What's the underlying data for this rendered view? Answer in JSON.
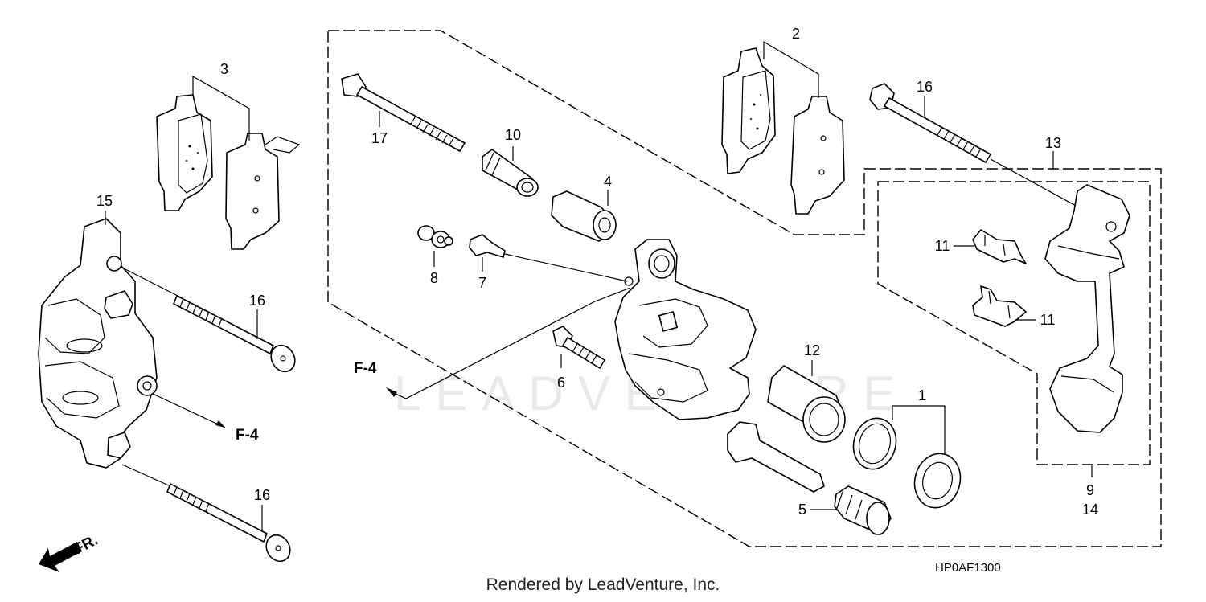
{
  "callouts": {
    "c1": "1",
    "c2": "2",
    "c3": "3",
    "c4": "4",
    "c5": "5",
    "c6": "6",
    "c7": "7",
    "c8": "8",
    "c10": "10",
    "c11a": "11",
    "c11b": "11",
    "c12": "12",
    "c13": "13",
    "c15": "15",
    "c16a": "16",
    "c16b": "16",
    "c16c": "16",
    "c17": "17",
    "c9": "9",
    "c14": "14"
  },
  "references": {
    "f4_left": "F-4",
    "f4_center": "F-4",
    "front": "FR."
  },
  "diagram_code": "HP0AF1300",
  "watermark": "LEADVENTURE",
  "footer": "Rendered by LeadVenture, Inc."
}
